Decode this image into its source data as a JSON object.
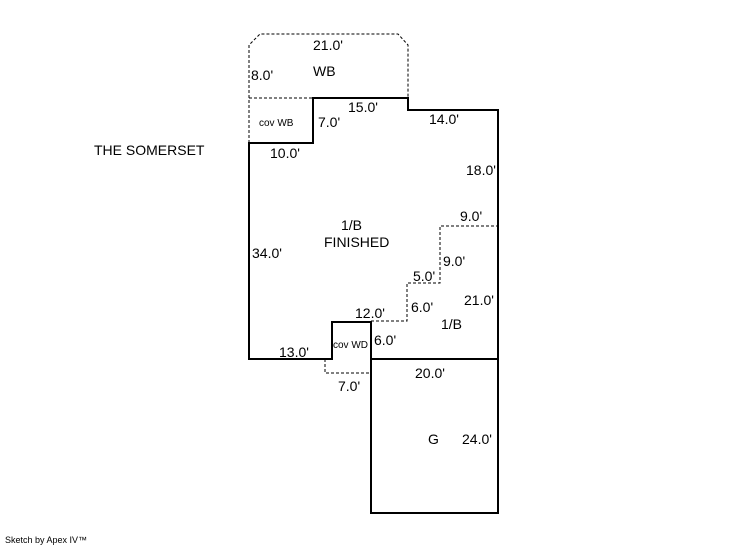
{
  "title": "THE SOMERSET",
  "credit": "Sketch by Apex IV™",
  "areas": {
    "wb": "WB",
    "cov_wb": "cov WB",
    "main_line1": "1/B",
    "main_line2": "FINISHED",
    "sub_1b": "1/B",
    "cov_wd": "cov WD",
    "garage": "G"
  },
  "dimensions": {
    "wb_top": "21.0'",
    "wb_side": "8.0'",
    "top_mid": "15.0'",
    "step_left": "7.0'",
    "top_right": "14.0'",
    "left_top": "10.0'",
    "right_upper": "18.0'",
    "left_side": "34.0'",
    "dash_top": "9.0'",
    "dash_vert1": "9.0'",
    "dash_step": "5.0'",
    "dash_vert2": "6.0'",
    "right_lower": "21.0'",
    "inner_horiz": "12.0'",
    "cov_wd_side": "6.0'",
    "bottom_left": "13.0'",
    "garage_top": "20.0'",
    "dash_bottom": "7.0'",
    "garage_side": "24.0'"
  }
}
